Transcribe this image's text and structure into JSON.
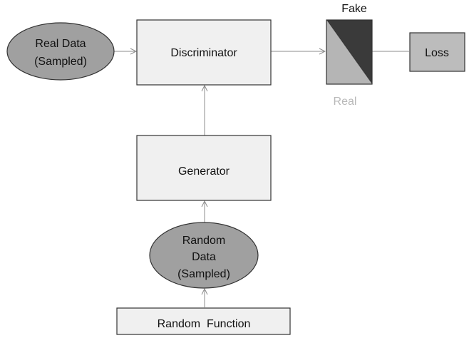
{
  "nodes": {
    "real_data": {
      "lines": [
        "Real Data",
        "(Sampled)"
      ]
    },
    "discriminator": {
      "label": "Discriminator"
    },
    "generator": {
      "label": "Generator"
    },
    "random_data": {
      "lines": [
        "Random",
        "Data",
        "(Sampled)"
      ]
    },
    "random_function": {
      "label": "Random  Function"
    },
    "loss": {
      "label": "Loss"
    }
  },
  "output": {
    "fake_label": "Fake",
    "real_label": "Real"
  },
  "colors": {
    "ellipse_fill": "#a0a0a0",
    "box_fill": "#f0f0f0",
    "loss_fill": "#bcbcbc",
    "fake_fill": "#3a3a3a",
    "real_fill": "#b5b5b5",
    "connector": "#8c8c8c",
    "border": "#333333",
    "real_label_color": "#b8b8b8"
  }
}
